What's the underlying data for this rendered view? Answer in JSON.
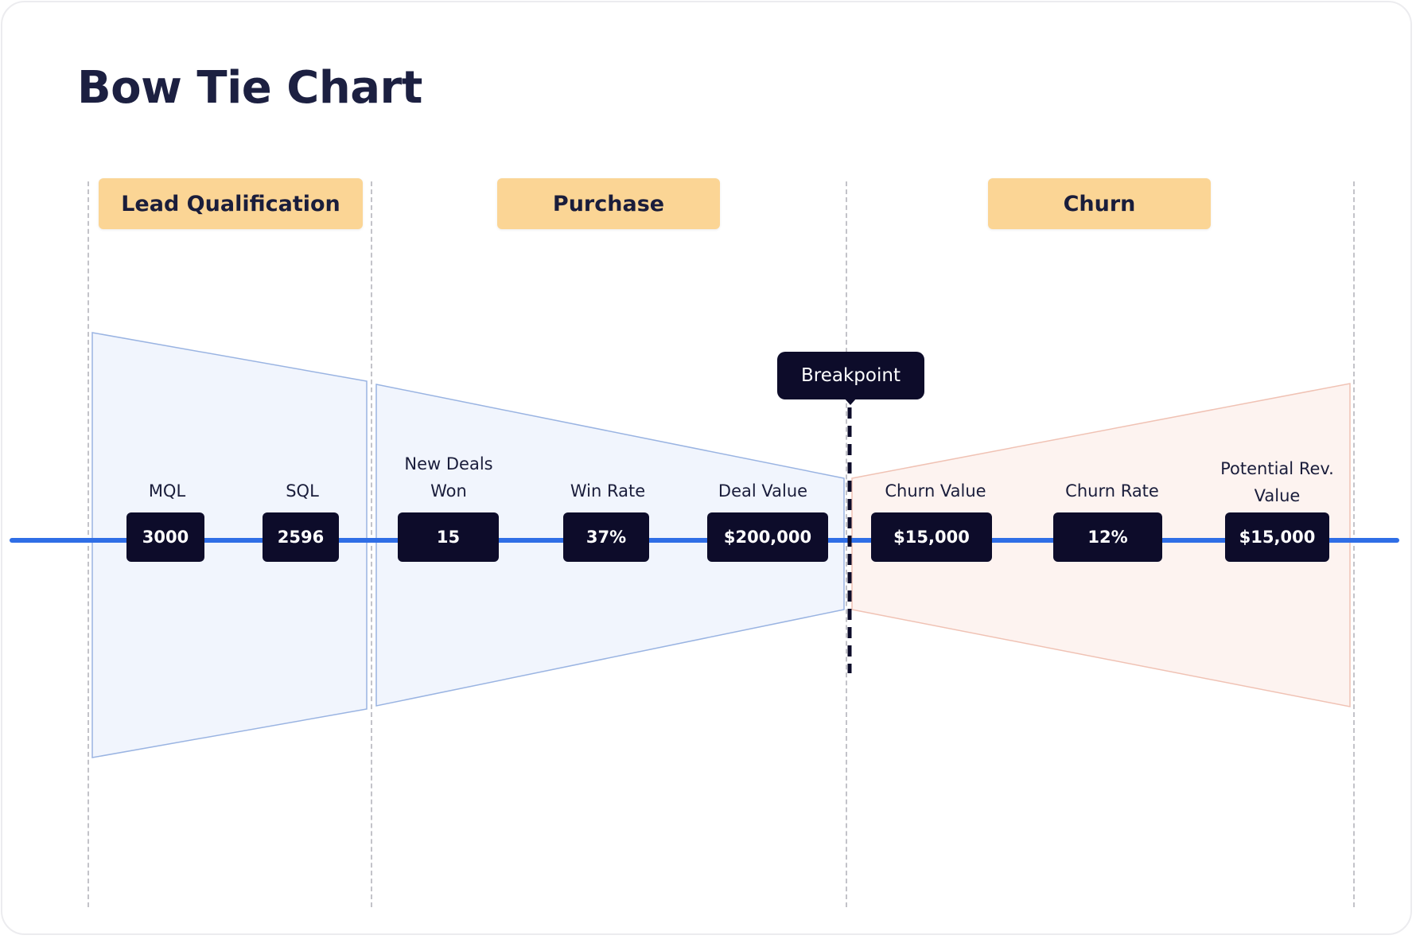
{
  "title": "Bow Tie Chart",
  "stages": [
    {
      "label": "Lead Qualification"
    },
    {
      "label": "Purchase"
    },
    {
      "label": "Churn"
    }
  ],
  "breakpoint": {
    "label": "Breakpoint"
  },
  "metrics": [
    {
      "label": "MQL",
      "value": "3000"
    },
    {
      "label": "SQL",
      "value": "2596"
    },
    {
      "label": "New Deals Won",
      "label_lines": [
        "New Deals",
        "Won"
      ],
      "value": "15"
    },
    {
      "label": "Win Rate",
      "value": "37%"
    },
    {
      "label": "Deal Value",
      "value": "$200,000"
    },
    {
      "label": "Churn Value",
      "value": "$15,000"
    },
    {
      "label": "Churn Rate",
      "value": "12%"
    },
    {
      "label": "Potential Rev. Value",
      "label_lines": [
        "Potential Rev.",
        "Value"
      ],
      "value": "$15,000"
    }
  ],
  "colors": {
    "title": "#1c2041",
    "stage_header_bg": "#fbd595",
    "metric_box_bg": "#0d0c2a",
    "axis_line": "#2f6ee6",
    "left_shape_fill": "#f1f5fd",
    "left_shape_stroke": "#9ab4e2",
    "right_shape_fill": "#fdf3f0",
    "right_shape_stroke": "#f0c2b4",
    "divider": "#c3c3c9"
  }
}
